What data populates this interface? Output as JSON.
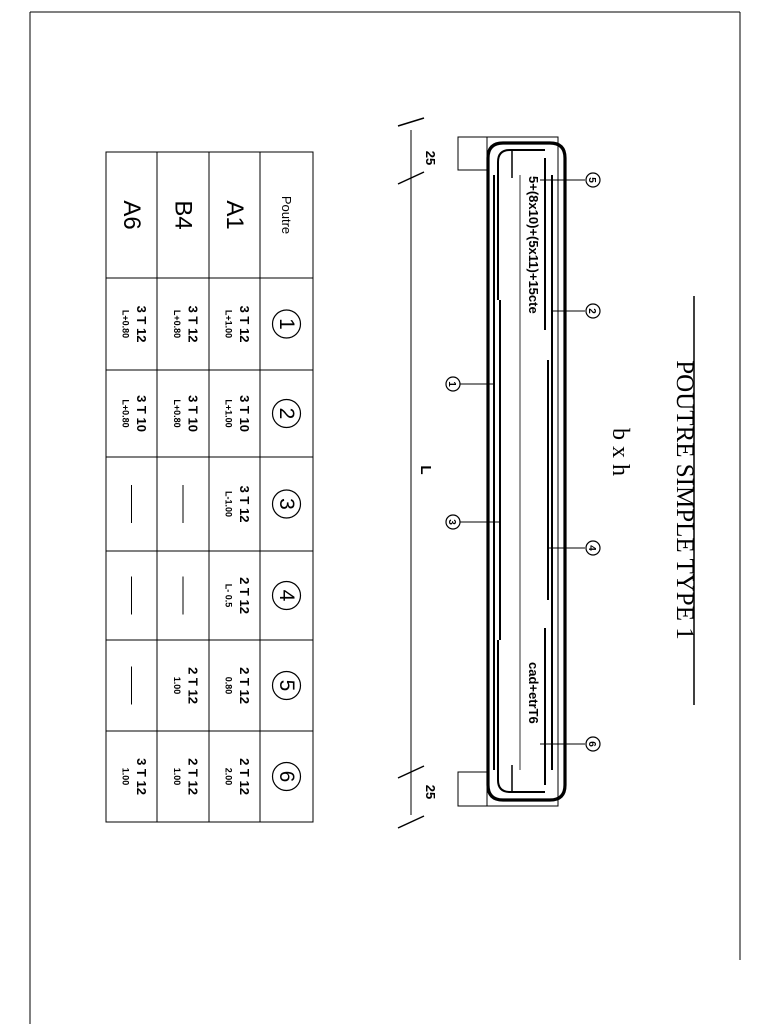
{
  "title": "POUTRE SIMPLE TYPE 1",
  "section": "b x h",
  "beam": {
    "length_label": "L",
    "support_left": "25",
    "support_right": "25",
    "stirrup_spacing": "5+(8x10)+(5x11)+15cte",
    "stirrup_type": "cad+etrT6",
    "markers": [
      "1",
      "2",
      "3",
      "4",
      "5",
      "6"
    ]
  },
  "table": {
    "header": [
      "Poutre",
      "1",
      "2",
      "3",
      "4",
      "5",
      "6"
    ],
    "rows": [
      {
        "name": "A1",
        "cells": [
          {
            "bar": "3 T 12",
            "len": "L+1.00"
          },
          {
            "bar": "3 T 10",
            "len": "L+1.00"
          },
          {
            "bar": "3 T 12",
            "len": "L-1.00"
          },
          {
            "bar": "2 T 12",
            "len": "L- 0.5"
          },
          {
            "bar": "2 T 12",
            "len": "0.80"
          },
          {
            "bar": "2 T 12",
            "len": "2.00"
          }
        ]
      },
      {
        "name": "B4",
        "cells": [
          {
            "bar": "3 T 12",
            "len": "L+0.80"
          },
          {
            "bar": "3 T 10",
            "len": "L+0.80"
          },
          {
            "bar": "",
            "len": ""
          },
          {
            "bar": "",
            "len": ""
          },
          {
            "bar": "2 T 12",
            "len": "1.00"
          },
          {
            "bar": "2 T 12",
            "len": "1.00"
          }
        ]
      },
      {
        "name": "A6",
        "cells": [
          {
            "bar": "3 T 12",
            "len": "L+0.80"
          },
          {
            "bar": "3 T 10",
            "len": "L+0.80"
          },
          {
            "bar": "",
            "len": ""
          },
          {
            "bar": "",
            "len": ""
          },
          {
            "bar": "",
            "len": ""
          },
          {
            "bar": "3 T 12",
            "len": "1.00"
          }
        ]
      }
    ]
  }
}
